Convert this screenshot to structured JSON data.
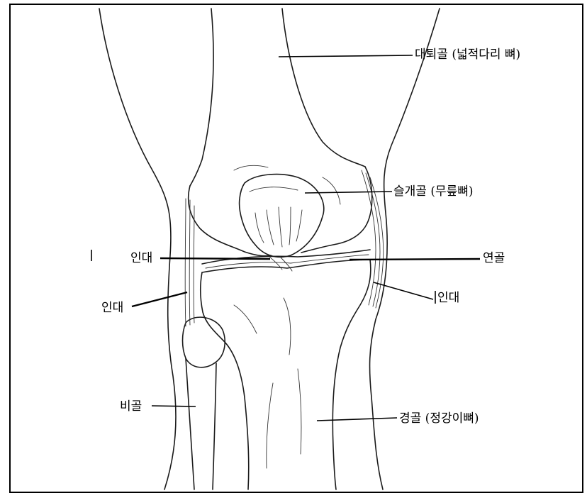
{
  "labels": {
    "femur": "대퇴골 (넓적다리 뼈)",
    "patella": "슬개골 (무릎뼈)",
    "ligament_center": "인대",
    "cartilage": "연골",
    "ligament_left": "인대",
    "ligament_right": "인대",
    "fibula": "비골",
    "tibia": "경골 (정강이뼈)"
  }
}
